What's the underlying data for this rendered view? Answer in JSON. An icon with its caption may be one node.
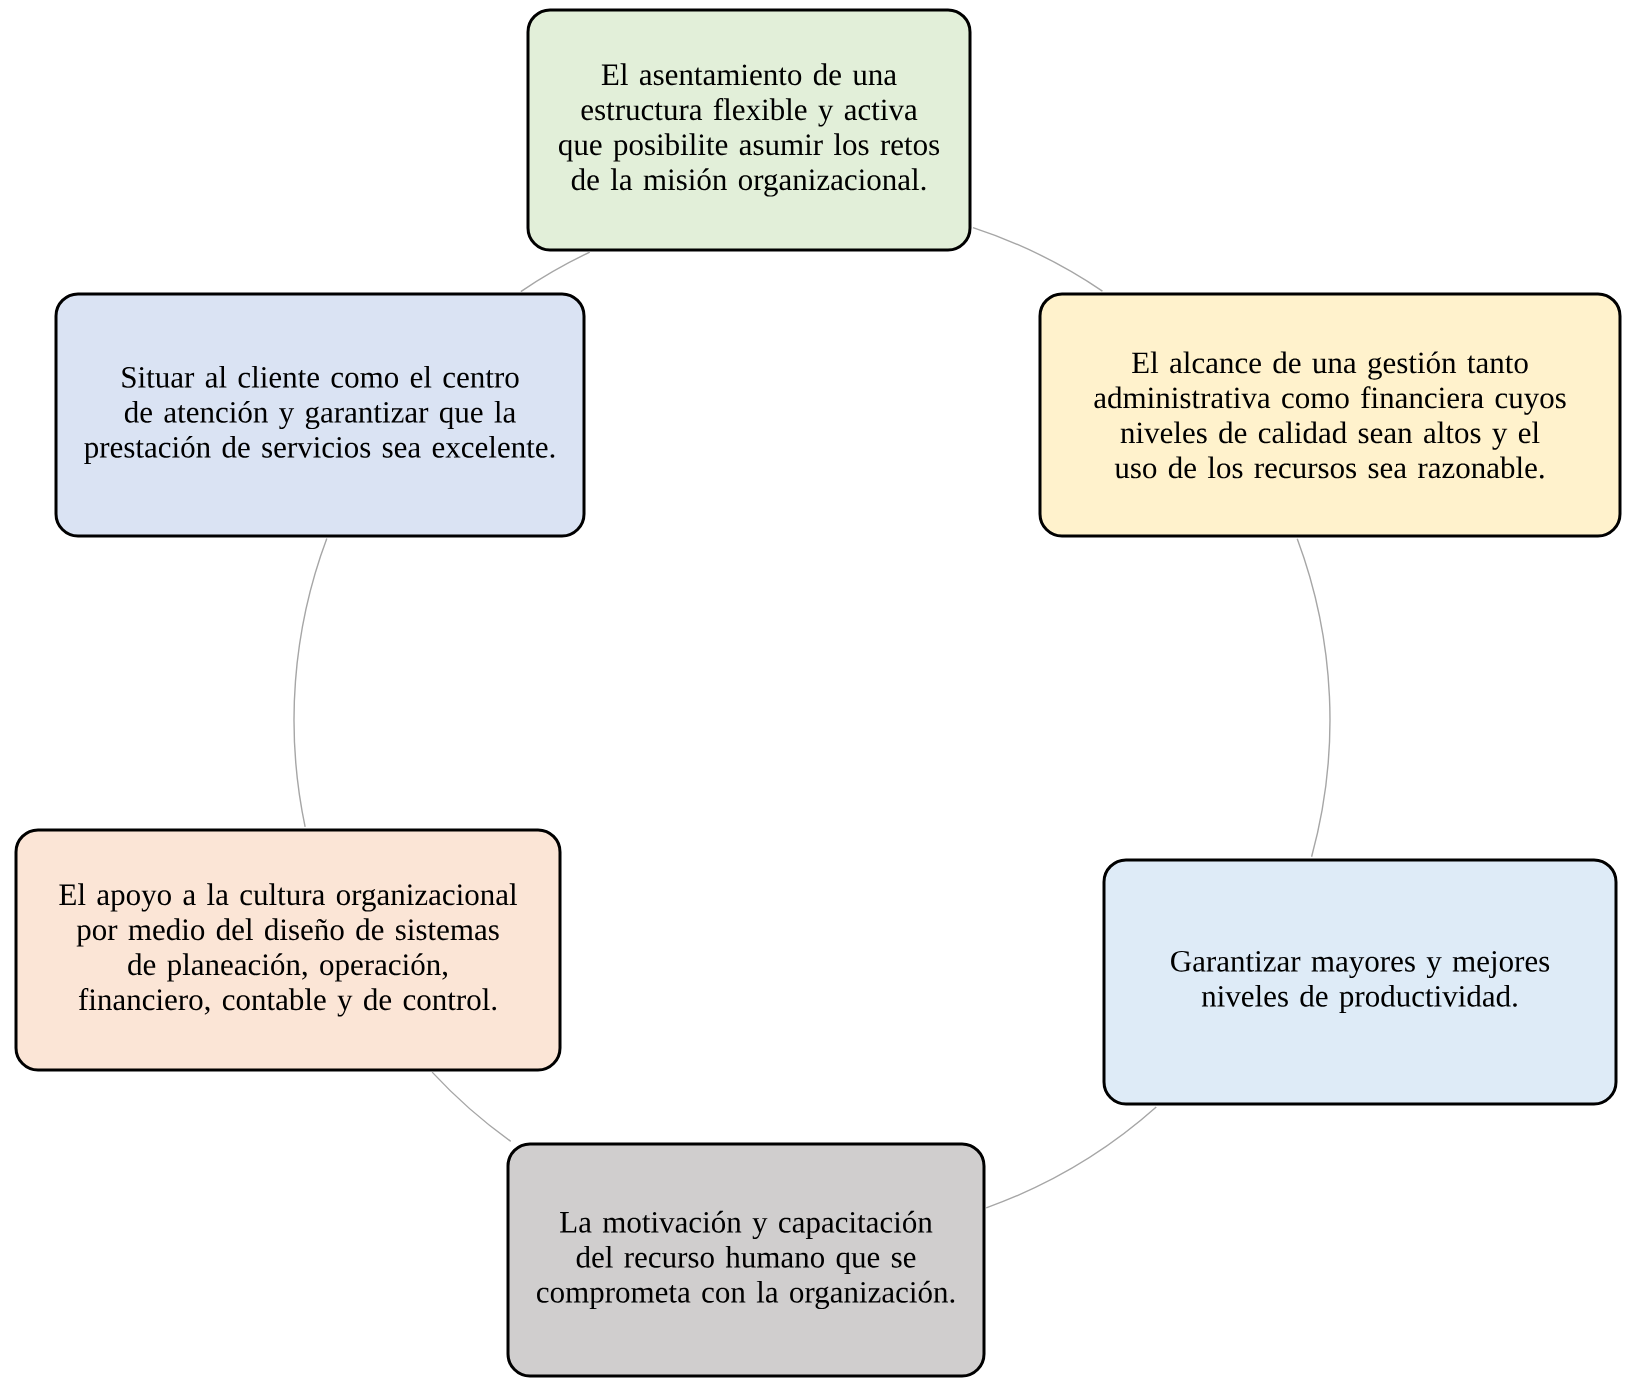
{
  "diagram": {
    "nodes": [
      {
        "text": [
          "El asentamiento de una estructura flexible y activa que posibilite asumir los retos de la misión organizacional."
        ]
      },
      {
        "text": [
          "El alcance de una gestión tanto administrativa como financiera cuyos niveles de calidad sean altos y el uso de los recursos sea razonable."
        ]
      },
      {
        "text": [
          "Garantizar mayores y mejores niveles de productividad."
        ]
      },
      {
        "text": [
          "La motivación y capacitación del recurso humano que se comprometa con la organización."
        ]
      },
      {
        "text": [
          "El apoyo a la cultura organizacional por medio del diseño de sistemas de planeación, operación, financiero, contable y de control."
        ]
      },
      {
        "text": [
          "Situar al cliente como el centro de atención y garantizar que la prestación de servicios sea excelente."
        ]
      }
    ],
    "edges": [
      {
        "from": 0,
        "to": 1,
        "arrow": "none"
      },
      {
        "from": 1,
        "to": 2,
        "arrow": "none"
      },
      {
        "from": 2,
        "to": 3,
        "arrow": "none"
      },
      {
        "from": 3,
        "to": 4,
        "arrow": "none"
      },
      {
        "from": 4,
        "to": 5,
        "arrow": "none"
      },
      {
        "from": 5,
        "to": 0,
        "arrow": "none"
      }
    ]
  }
}
